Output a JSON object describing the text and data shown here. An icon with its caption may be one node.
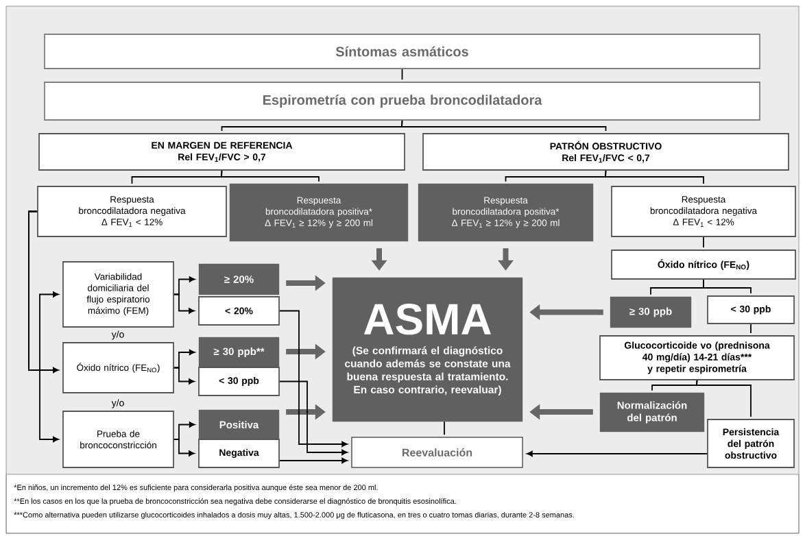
{
  "diagram": {
    "nodes": [
      {
        "text": [
          "Síntomas asmáticos"
        ]
      },
      {
        "text": [
          "Espirometría con prueba broncodilatadora"
        ]
      },
      {
        "text": [
          "EN MARGEN DE REFERENCIA",
          "Rel FEV$_{1}$/FVC > 0,7"
        ]
      },
      {
        "text": [
          "PATRÓN OBSTRUCTIVO",
          "Rel FEV$_{1}$/FVC < 0,7"
        ]
      },
      {
        "text": [
          "Respuesta broncodilatadora negativa",
          "Δ FEV$_{1}$ < 12%"
        ]
      },
      {
        "text": [
          "Respuesta broncodilatadora positiva*",
          "Δ FEV$_{1}$ ≥ 12% y ≥ 200 ml"
        ]
      },
      {
        "text": [
          "Respuesta broncodilatadora positiva*",
          "Δ FEV$_{1}$ ≥ 12% y ≥ 200 ml"
        ]
      },
      {
        "text": [
          "Respuesta broncodilatadora negativa",
          "Δ FEV$_{1}$ < 12%"
        ]
      },
      {
        "text": [
          "Variabilidad domiciliaria del flujo espiratorio máximo (FEM)"
        ]
      },
      {
        "text": [
          "≥ 20%"
        ]
      },
      {
        "text": [
          "< 20%"
        ]
      },
      {
        "text": [
          "Óxido nítrico (FE$_{NO}$)"
        ]
      },
      {
        "text": [
          "≥ 30 ppb**"
        ]
      },
      {
        "text": [
          "< 30 ppb"
        ]
      },
      {
        "text": [
          "Prueba de broncoconstricción"
        ]
      },
      {
        "text": [
          "Positiva"
        ]
      },
      {
        "text": [
          "Negativa"
        ]
      },
      {
        "text": [
          "ASMA",
          "(Se confirmará el diagnóstico cuando además se constate una buena respuesta al tratamiento. En caso contrario, reevaluar)"
        ]
      },
      {
        "text": [
          "Reevaluación"
        ]
      },
      {
        "text": [
          "Óxido nítrico (FE$_{NO}$)"
        ]
      },
      {
        "text": [
          "≥ 30 ppb"
        ]
      },
      {
        "text": [
          "< 30 ppb"
        ]
      },
      {
        "text": [
          "Glucocorticoide vo (prednisona 40 mg/día) 14-21 días*** y repetir espirometría"
        ]
      },
      {
        "text": [
          "Normalización del patrón"
        ]
      },
      {
        "text": [
          "Persistencia del patrón obstructivo"
        ]
      }
    ],
    "edges": [
      {
        "from": 0,
        "to": 1,
        "arrow": "none"
      },
      {
        "from": 1,
        "to": 2,
        "arrow": "none"
      },
      {
        "from": 1,
        "to": 3,
        "arrow": "none"
      },
      {
        "from": 2,
        "to": 4,
        "arrow": "none"
      },
      {
        "from": 2,
        "to": 5,
        "arrow": "none"
      },
      {
        "from": 3,
        "to": 6,
        "arrow": "none"
      },
      {
        "from": 3,
        "to": 7,
        "arrow": "none"
      },
      {
        "from": 5,
        "to": 17,
        "arrow": "to",
        "style": "thick",
        "color": "#666666"
      },
      {
        "from": 6,
        "to": 17,
        "arrow": "to",
        "style": "thick",
        "color": "#666666"
      },
      {
        "from": 4,
        "to": 8,
        "arrow": "to"
      },
      {
        "from": 4,
        "to": 11,
        "arrow": "to"
      },
      {
        "from": 4,
        "to": 14,
        "arrow": "to"
      },
      {
        "from": 8,
        "to": 9,
        "arrow": "to"
      },
      {
        "from": 8,
        "to": 10,
        "arrow": "to"
      },
      {
        "from": 11,
        "to": 12,
        "arrow": "to"
      },
      {
        "from": 11,
        "to": 13,
        "arrow": "to"
      },
      {
        "from": 14,
        "to": 15,
        "arrow": "to"
      },
      {
        "from": 14,
        "to": 16,
        "arrow": "to"
      },
      {
        "from": 9,
        "to": 17,
        "arrow": "to",
        "style": "thick",
        "color": "#666666"
      },
      {
        "from": 12,
        "to": 17,
        "arrow": "to",
        "style": "thick",
        "color": "#666666"
      },
      {
        "from": 15,
        "to": 17,
        "arrow": "to",
        "style": "thick",
        "color": "#666666"
      },
      {
        "from": 10,
        "to": 18,
        "arrow": "to"
      },
      {
        "from": 13,
        "to": 18,
        "arrow": "to"
      },
      {
        "from": 16,
        "to": 18,
        "arrow": "to"
      },
      {
        "from": 7,
        "to": 19,
        "arrow": "none"
      },
      {
        "from": 19,
        "to": 20,
        "arrow": "none"
      },
      {
        "from": 19,
        "to": 21,
        "arrow": "none"
      },
      {
        "from": 20,
        "to": 17,
        "arrow": "to",
        "style": "thick",
        "color": "#666666"
      },
      {
        "from": 21,
        "to": 22,
        "arrow": "none"
      },
      {
        "from": 22,
        "to": 23,
        "arrow": "none"
      },
      {
        "from": 22,
        "to": 24,
        "arrow": "none"
      },
      {
        "from": 23,
        "to": 17,
        "arrow": "to",
        "style": "thick",
        "color": "#666666"
      },
      {
        "from": 24,
        "to": 18,
        "arrow": "to"
      },
      {
        "from": 17,
        "to": 18,
        "arrow": "none"
      }
    ],
    "labels": [
      "y/o",
      "y/o",
      "*En niños, un incremento del 12% es suficiente para considerarla positiva aunque éste sea menor de 200 ml.",
      "**En los casos en los que la prueba de broncoconstricción sea negativa debe considerarse el diagnóstico de bronquitis esosinolífica.",
      "***Como alternativa pueden utilizarse glucocorticoides inhalados a dosis muy altas, 1.500-2.000 μg de fluticasona, en tres o cuatro tomas diarias, durante 2-8 semanas."
    ]
  }
}
